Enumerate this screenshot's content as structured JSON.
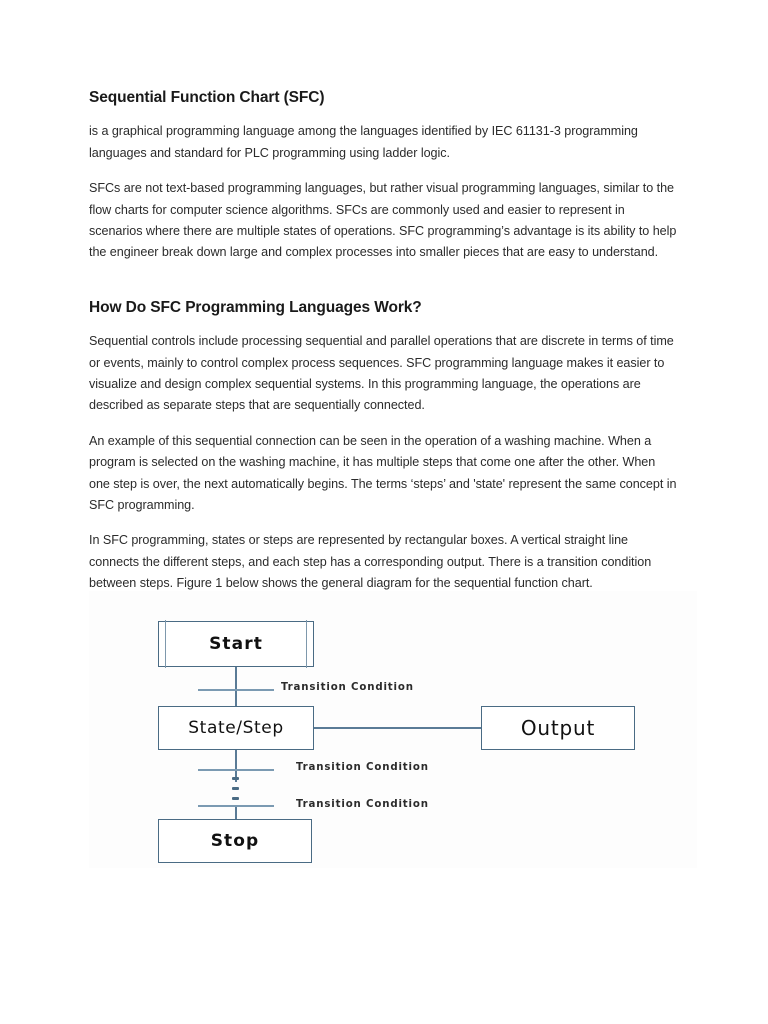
{
  "document": {
    "title": "Sequential Function Chart (SFC)",
    "sections": [
      {
        "heading": "Sequential Function Chart (SFC)",
        "paragraphs": [
          "is a graphical programming language among the languages identified by IEC 61131-3 programming languages and standard for PLC programming using ladder logic.",
          "SFCs are not text-based programming languages, but rather visual programming languages, similar to the flow charts for computer science algorithms.   SFCs are commonly used and easier to represent in scenarios where there are multiple states of operations.  SFC programming’s advantage is its ability to help the engineer break down large and complex processes into smaller pieces that are easy to understand."
        ]
      },
      {
        "heading": "How Do SFC Programming Languages Work?",
        "paragraphs": [
          " Sequential controls include processing sequential and parallel operations that are discrete in terms of time or events, mainly to control complex process sequences. SFC programming language makes it easier to visualize and design complex sequential systems. In this programming language, the operations are described as separate steps that are sequentially connected.",
          "  An example of this sequential connection can be seen in the operation of a washing machine. When a program is selected on the washing machine, it has multiple steps that come one after the other. When one step is over, the next automatically begins. The terms ‘steps’ and 'state' represent the same concept in SFC programming.",
          "  In SFC programming, states or steps are represented by rectangular boxes. A vertical straight line connects the different steps, and each step has a corresponding output. There is a transition condition between steps. Figure 1 below shows the general diagram for the sequential function chart."
        ]
      }
    ]
  },
  "figure": {
    "nodes": {
      "start": "Start",
      "state_step": "State/Step",
      "output": "Output",
      "stop": "Stop"
    },
    "transitions": {
      "t1": "Transition Condition",
      "t2": "Transition Condition",
      "t3": "Transition Condition"
    },
    "colors": {
      "node_border": "#4a6b84",
      "connector": "#5a7b96",
      "tick": "#7b9ab2",
      "panel_background": "#fdfdfd"
    }
  }
}
